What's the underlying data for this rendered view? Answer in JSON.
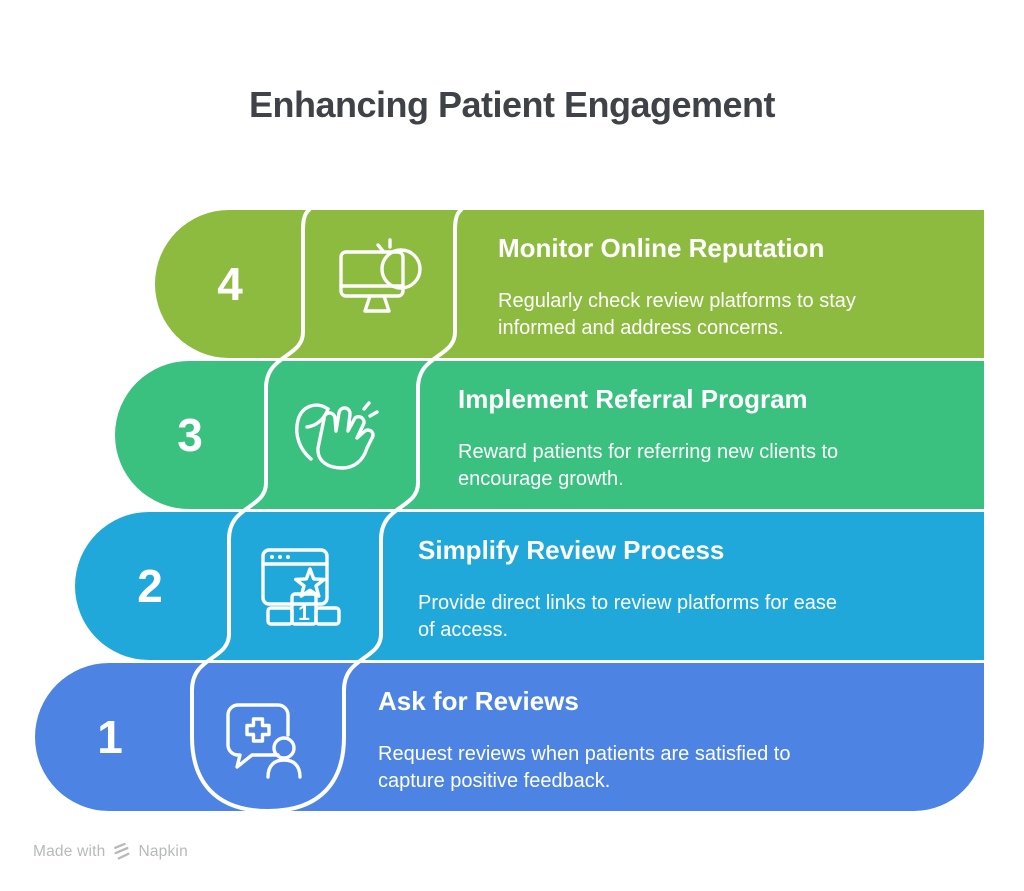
{
  "title": "Enhancing Patient Engagement",
  "colors": {
    "title_text": "#3f4347",
    "row_text": "#ffffff",
    "footer_text": "#b7b9ba",
    "step4": "#8cbb3f",
    "step3": "#3ac07f",
    "step2": "#21a8da",
    "step1": "#4d84e4"
  },
  "rows": [
    {
      "number": "4",
      "color": "#8cbb3f",
      "icon": "monitor-alert-icon",
      "title": "Monitor Online Reputation",
      "desc_lines": [
        "Regularly check review platforms to stay",
        "informed and address concerns."
      ]
    },
    {
      "number": "3",
      "color": "#3ac07f",
      "icon": "clapping-hands-icon",
      "title": "Implement Referral Program",
      "desc_lines": [
        "Reward patients for referring new clients to",
        "encourage growth."
      ]
    },
    {
      "number": "2",
      "color": "#21a8da",
      "icon": "browser-ranking-icon",
      "icon_badge": "1",
      "title": "Simplify Review Process",
      "desc_lines": [
        "Provide direct links to review platforms for ease",
        "of access."
      ]
    },
    {
      "number": "1",
      "color": "#4d84e4",
      "icon": "review-chat-person-icon",
      "title": "Ask for Reviews",
      "desc_lines": [
        "Request reviews when patients are satisfied to",
        "capture positive feedback."
      ]
    }
  ],
  "footer": {
    "made_with": "Made with",
    "brand": "Napkin"
  }
}
